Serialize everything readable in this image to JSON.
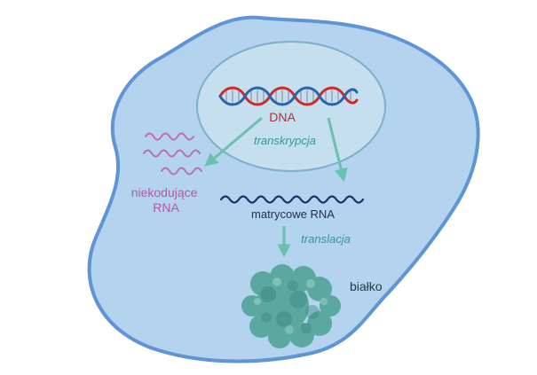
{
  "labels": {
    "dna": "DNA",
    "transcription": "transkrypcja",
    "noncoding_rna": [
      "niekodujące",
      "RNA"
    ],
    "mrna": "matrycowe RNA",
    "translation": "translacja",
    "protein": "białko"
  },
  "colors": {
    "cell_fill": "#b3d3ee",
    "cell_stroke": "#5f95d4",
    "nucleus_fill": "#c6dfee",
    "nucleus_stroke": "#7fafc9",
    "dna_strand_red": "#cc2a2a",
    "dna_strand_blue": "#2a63a8",
    "dna_label": "#b33030",
    "arrow_teal": "#6cc1ae",
    "process_label": "#2f9a90",
    "noncoding_rna": "#c06ab8",
    "mrna": "#1f2f6a",
    "mrna_label": "#1f2f55",
    "protein_fill": "#5aa8a0",
    "protein_dark": "#3c8a82",
    "protein_label": "#1f3a45"
  }
}
